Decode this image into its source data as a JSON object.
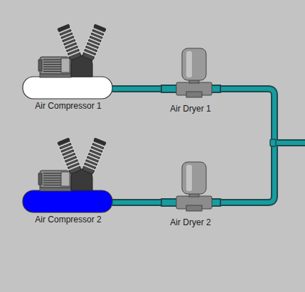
{
  "diagram": {
    "nodes": [
      {
        "text": [
          "Air Compressor 1"
        ]
      },
      {
        "text": [
          "Air Dryer 1"
        ]
      },
      {
        "text": [
          "Air Compressor 2"
        ]
      },
      {
        "text": [
          "Air Dryer 2"
        ]
      }
    ],
    "edges": [
      {
        "from": 0,
        "to": 1,
        "arrow": "none"
      },
      {
        "from": 2,
        "to": 3,
        "arrow": "none"
      }
    ]
  }
}
